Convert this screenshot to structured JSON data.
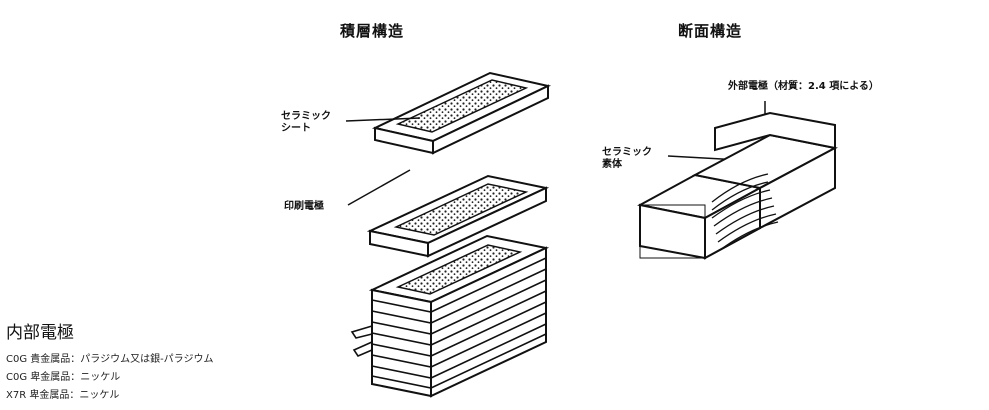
{
  "headings": {
    "left": "積層構造",
    "right": "断面構造"
  },
  "labels": {
    "ceramic_sheet": [
      "セラミック",
      "シート"
    ],
    "printed_electrode": "印刷電極",
    "ceramic_body": [
      "セラミック",
      "素体"
    ],
    "external_electrode": "外部電極（材質：2.4 項による）"
  },
  "internal_electrode": {
    "title": "内部電極",
    "lines": [
      "C0G 貴金属品：パラジウム又は銀-パラジウム",
      "C0G 卑金属品：ニッケル",
      "X7R 卑金属品：ニッケル"
    ]
  }
}
